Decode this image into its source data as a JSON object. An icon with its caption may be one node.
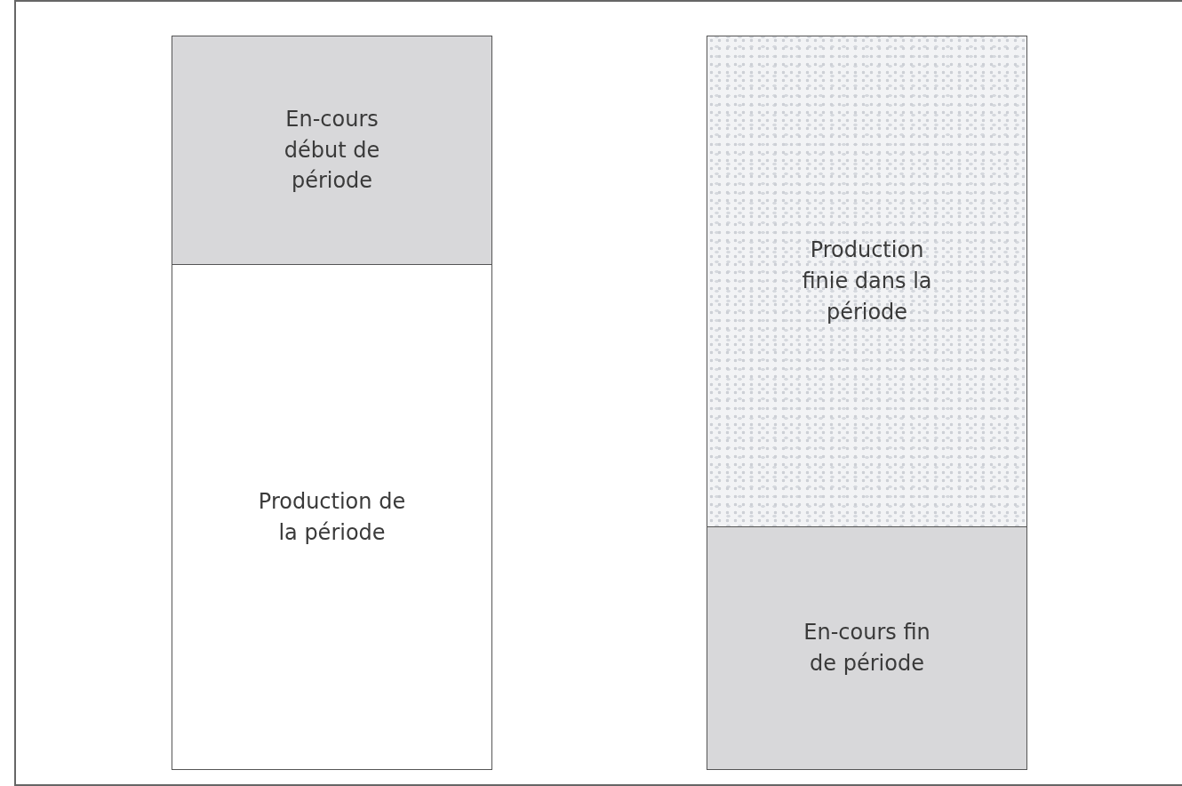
{
  "diagram": {
    "nodes": [
      {
        "text": [
          "En-cours début de période"
        ]
      },
      {
        "text": [
          "Production de la période"
        ]
      },
      {
        "text": [
          "Production finie dans la période"
        ]
      },
      {
        "text": [
          "En-cours fin de période"
        ]
      }
    ]
  }
}
